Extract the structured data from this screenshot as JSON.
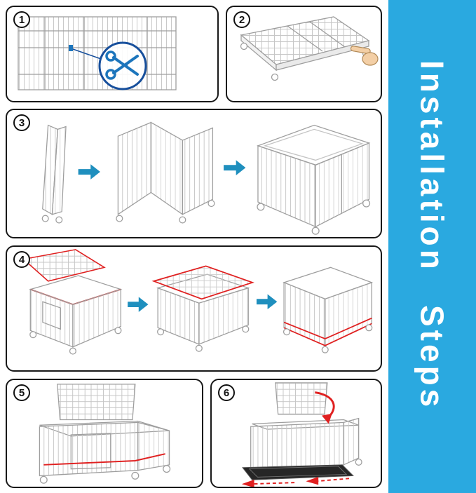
{
  "colors": {
    "sidebar_bg": "#2AA9E0",
    "sidebar_text": "#FFFFFF",
    "panel_border": "#181818",
    "arrow_blue": "#1F8FBE",
    "highlight_red": "#E02020",
    "scissors_blue": "#1C75BC",
    "line_art_gray": "#9E9E9E",
    "tray_black": "#262626"
  },
  "sidebar": {
    "words": [
      "Installation",
      "Steps"
    ]
  },
  "steps": [
    {
      "number": "1"
    },
    {
      "number": "2"
    },
    {
      "number": "3"
    },
    {
      "number": "4"
    },
    {
      "number": "5"
    },
    {
      "number": "6"
    }
  ],
  "icons": {
    "step1": "scissors-cutting-zip-tie",
    "step2": "pointing-hand",
    "between_stages": "blue-right-arrow",
    "step6": "red-curved-arrow"
  }
}
